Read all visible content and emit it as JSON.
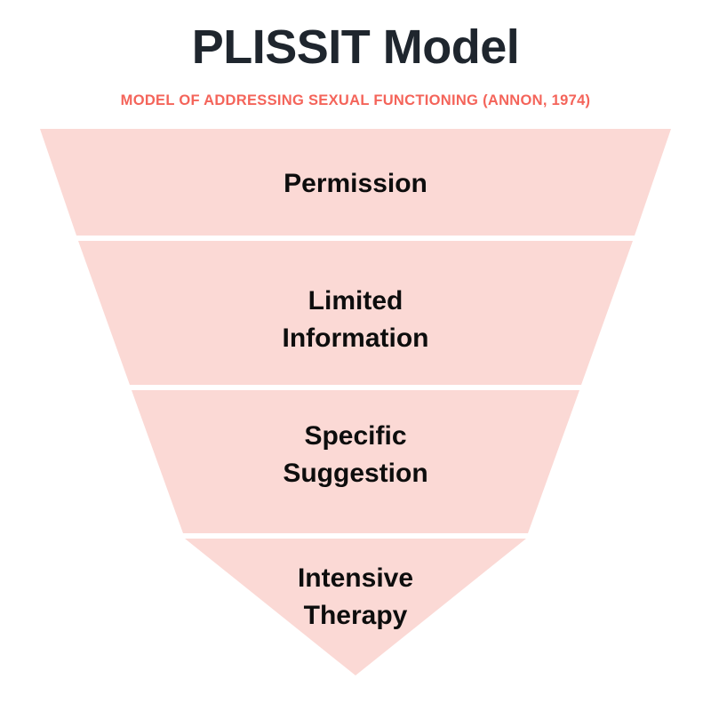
{
  "header": {
    "title": "PLISSIT Model",
    "subtitle": "MODEL OF ADDRESSING SEXUAL FUNCTIONING (ANNON, 1974)"
  },
  "colors": {
    "background": "#ffffff",
    "title": "#1f262e",
    "subtitle": "#f4645a",
    "funnel_fill": "#fbd9d5",
    "label": "#0d0d0d"
  },
  "funnel": {
    "shape": "inverted-triangle",
    "segments": [
      {
        "label": "Permission"
      },
      {
        "label": "Limited\nInformation"
      },
      {
        "label": "Specific\nSuggestion"
      },
      {
        "label": "Intensive\nTherapy"
      }
    ]
  }
}
